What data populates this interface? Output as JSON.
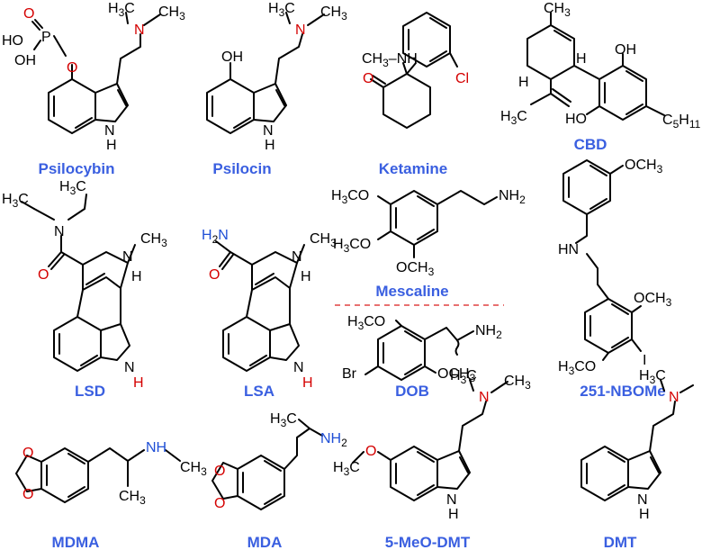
{
  "compounds": [
    {
      "name": "Psilocybin"
    },
    {
      "name": "Psilocin"
    },
    {
      "name": "Ketamine"
    },
    {
      "name": "CBD"
    },
    {
      "name": "LSD"
    },
    {
      "name": "LSA"
    },
    {
      "name": "Mescaline"
    },
    {
      "name": "251-NBOMe"
    },
    {
      "name": "DOB"
    },
    {
      "name": "MDMA"
    },
    {
      "name": "MDA"
    },
    {
      "name": "5-MeO-DMT"
    },
    {
      "name": "DMT"
    }
  ],
  "atoms": {
    "nme2": "N",
    "h3c": "H3C",
    "ch3": "CH3",
    "nh": "NH",
    "n": "N",
    "h": "H",
    "oh": "OH",
    "o": "O",
    "p": "P",
    "cl": "Cl",
    "ch3_nh": "CH3–NH",
    "och3": "OCH3",
    "h3co": "H3CO",
    "nh2": "NH2",
    "h2n": "H2N",
    "hn": "HN",
    "br": "Br",
    "i": "I",
    "c5h11": "C5H11",
    "ho": "HO"
  },
  "colors": {
    "label": "#3a5fe0",
    "heteroatom_red": "#d40000",
    "heteroatom_blue": "#1f4fd6",
    "separator": "#e04040"
  }
}
